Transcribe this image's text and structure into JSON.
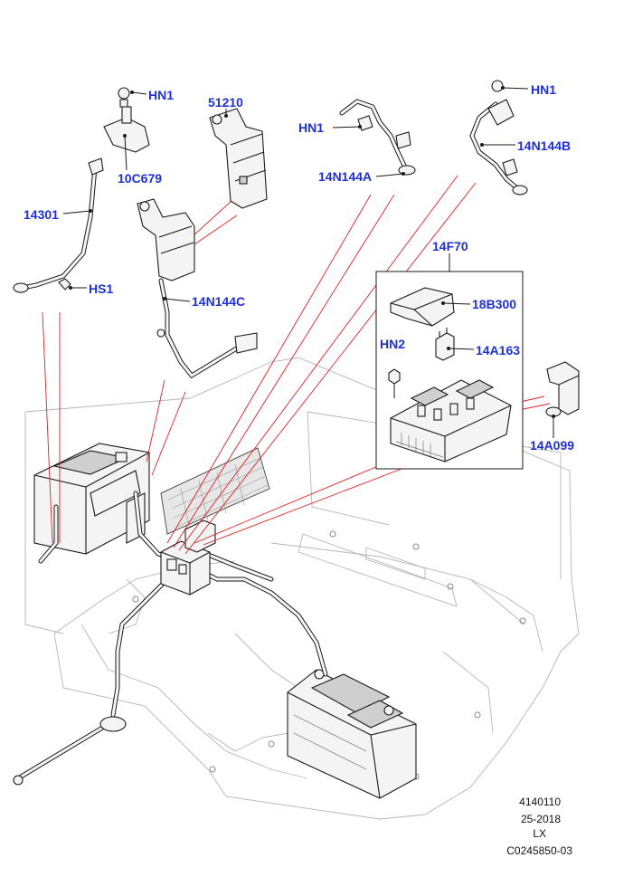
{
  "diagram": {
    "callouts": {
      "hn1_a": "HN1",
      "c10c679": "10C679",
      "c14301": "14301",
      "hs1": "HS1",
      "c51210": "51210",
      "c14n144c": "14N144C",
      "hn1_b": "HN1",
      "c14n144a": "14N144A",
      "hn1_c": "HN1",
      "c14n144b": "14N144B",
      "c14f70": "14F70",
      "c18b300": "18B300",
      "hn2": "HN2",
      "c14a163": "14A163",
      "c14a099": "14A099"
    },
    "footer": {
      "line1": "4140110",
      "line2": "25-2018",
      "line3": "LX",
      "line4": "C0245850-03"
    },
    "colors": {
      "callout": "#1f2fd8",
      "leader_red": "#e02020",
      "line": "#1a1a1a"
    }
  }
}
